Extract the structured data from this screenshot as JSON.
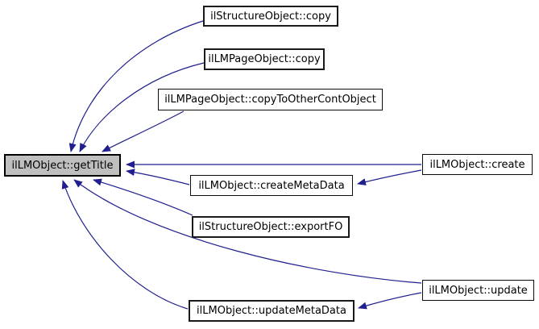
{
  "diagram": {
    "type": "call-graph",
    "focus_function": "ilLMObject::getTitle",
    "colors": {
      "edge": "#1f1f8f",
      "node_fill": "#ffffff",
      "node_border": "#000000",
      "focus_node_fill": "#bfbfbf",
      "background": "#ffffff",
      "text": "#000000"
    },
    "nodes": [
      {
        "id": "getTitle",
        "label": "ilLMObject::getTitle",
        "highlighted": true
      },
      {
        "id": "copy",
        "label": "ilStructureObject::copy",
        "highlighted": false
      },
      {
        "id": "pagecopy",
        "label": "ilLMPageObject::copy",
        "highlighted": false
      },
      {
        "id": "copyToOther",
        "label": "ilLMPageObject::copyToOtherContObject",
        "highlighted": false
      },
      {
        "id": "create",
        "label": "ilLMObject::create",
        "highlighted": false
      },
      {
        "id": "createMetaData",
        "label": "ilLMObject::createMetaData",
        "highlighted": false
      },
      {
        "id": "exportFO",
        "label": "ilStructureObject::exportFO",
        "highlighted": false
      },
      {
        "id": "update",
        "label": "ilLMObject::update",
        "highlighted": false
      },
      {
        "id": "updateMetaData",
        "label": "ilLMObject::updateMetaData",
        "highlighted": false
      }
    ],
    "edges": [
      {
        "from": "ilStructureObject::copy",
        "to": "ilLMObject::getTitle"
      },
      {
        "from": "ilLMPageObject::copy",
        "to": "ilLMObject::getTitle"
      },
      {
        "from": "ilLMPageObject::copyToOtherContObject",
        "to": "ilLMObject::getTitle"
      },
      {
        "from": "ilLMObject::create",
        "to": "ilLMObject::getTitle"
      },
      {
        "from": "ilLMObject::create",
        "to": "ilLMObject::createMetaData"
      },
      {
        "from": "ilLMObject::createMetaData",
        "to": "ilLMObject::getTitle"
      },
      {
        "from": "ilStructureObject::exportFO",
        "to": "ilLMObject::getTitle"
      },
      {
        "from": "ilLMObject::update",
        "to": "ilLMObject::getTitle"
      },
      {
        "from": "ilLMObject::update",
        "to": "ilLMObject::updateMetaData"
      },
      {
        "from": "ilLMObject::updateMetaData",
        "to": "ilLMObject::getTitle"
      }
    ]
  }
}
